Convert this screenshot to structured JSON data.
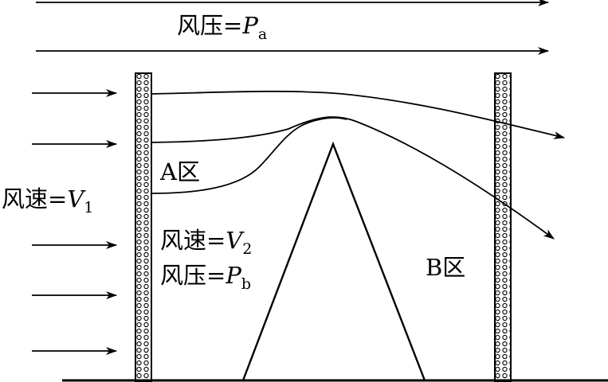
{
  "labels": {
    "top_pressure": {
      "main": "风压=",
      "var": "P",
      "sub": "a"
    },
    "left_speed": {
      "main": "风速=",
      "var": "V",
      "sub": "1"
    },
    "region_a": "A区",
    "inner_speed": {
      "main": "风速=",
      "var": "V",
      "sub": "2"
    },
    "inner_pressure": {
      "main": "风压=",
      "var": "P",
      "sub": "b"
    },
    "region_b": "B区"
  },
  "colors": {
    "stroke": "#000000",
    "background": "#ffffff"
  }
}
